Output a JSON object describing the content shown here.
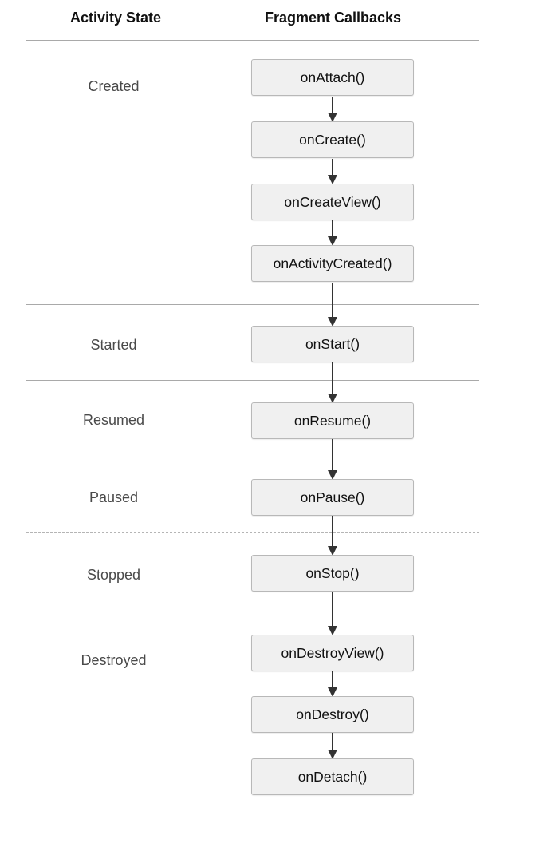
{
  "headers": {
    "activity_state": "Activity State",
    "fragment_callbacks": "Fragment Callbacks"
  },
  "states": {
    "created": "Created",
    "started": "Started",
    "resumed": "Resumed",
    "paused": "Paused",
    "stopped": "Stopped",
    "destroyed": "Destroyed"
  },
  "callbacks": [
    "onAttach()",
    "onCreate()",
    "onCreateView()",
    "onActivityCreated()",
    "onStart()",
    "onResume()",
    "onPause()",
    "onStop()",
    "onDestroyView()",
    "onDestroy()",
    "onDetach()"
  ],
  "colors": {
    "box_fill": "#f0f0f0",
    "box_border": "#b8b8b8",
    "rule": "#a9a9a9",
    "arrow": "#333333",
    "state_text": "#4a4a4a"
  }
}
